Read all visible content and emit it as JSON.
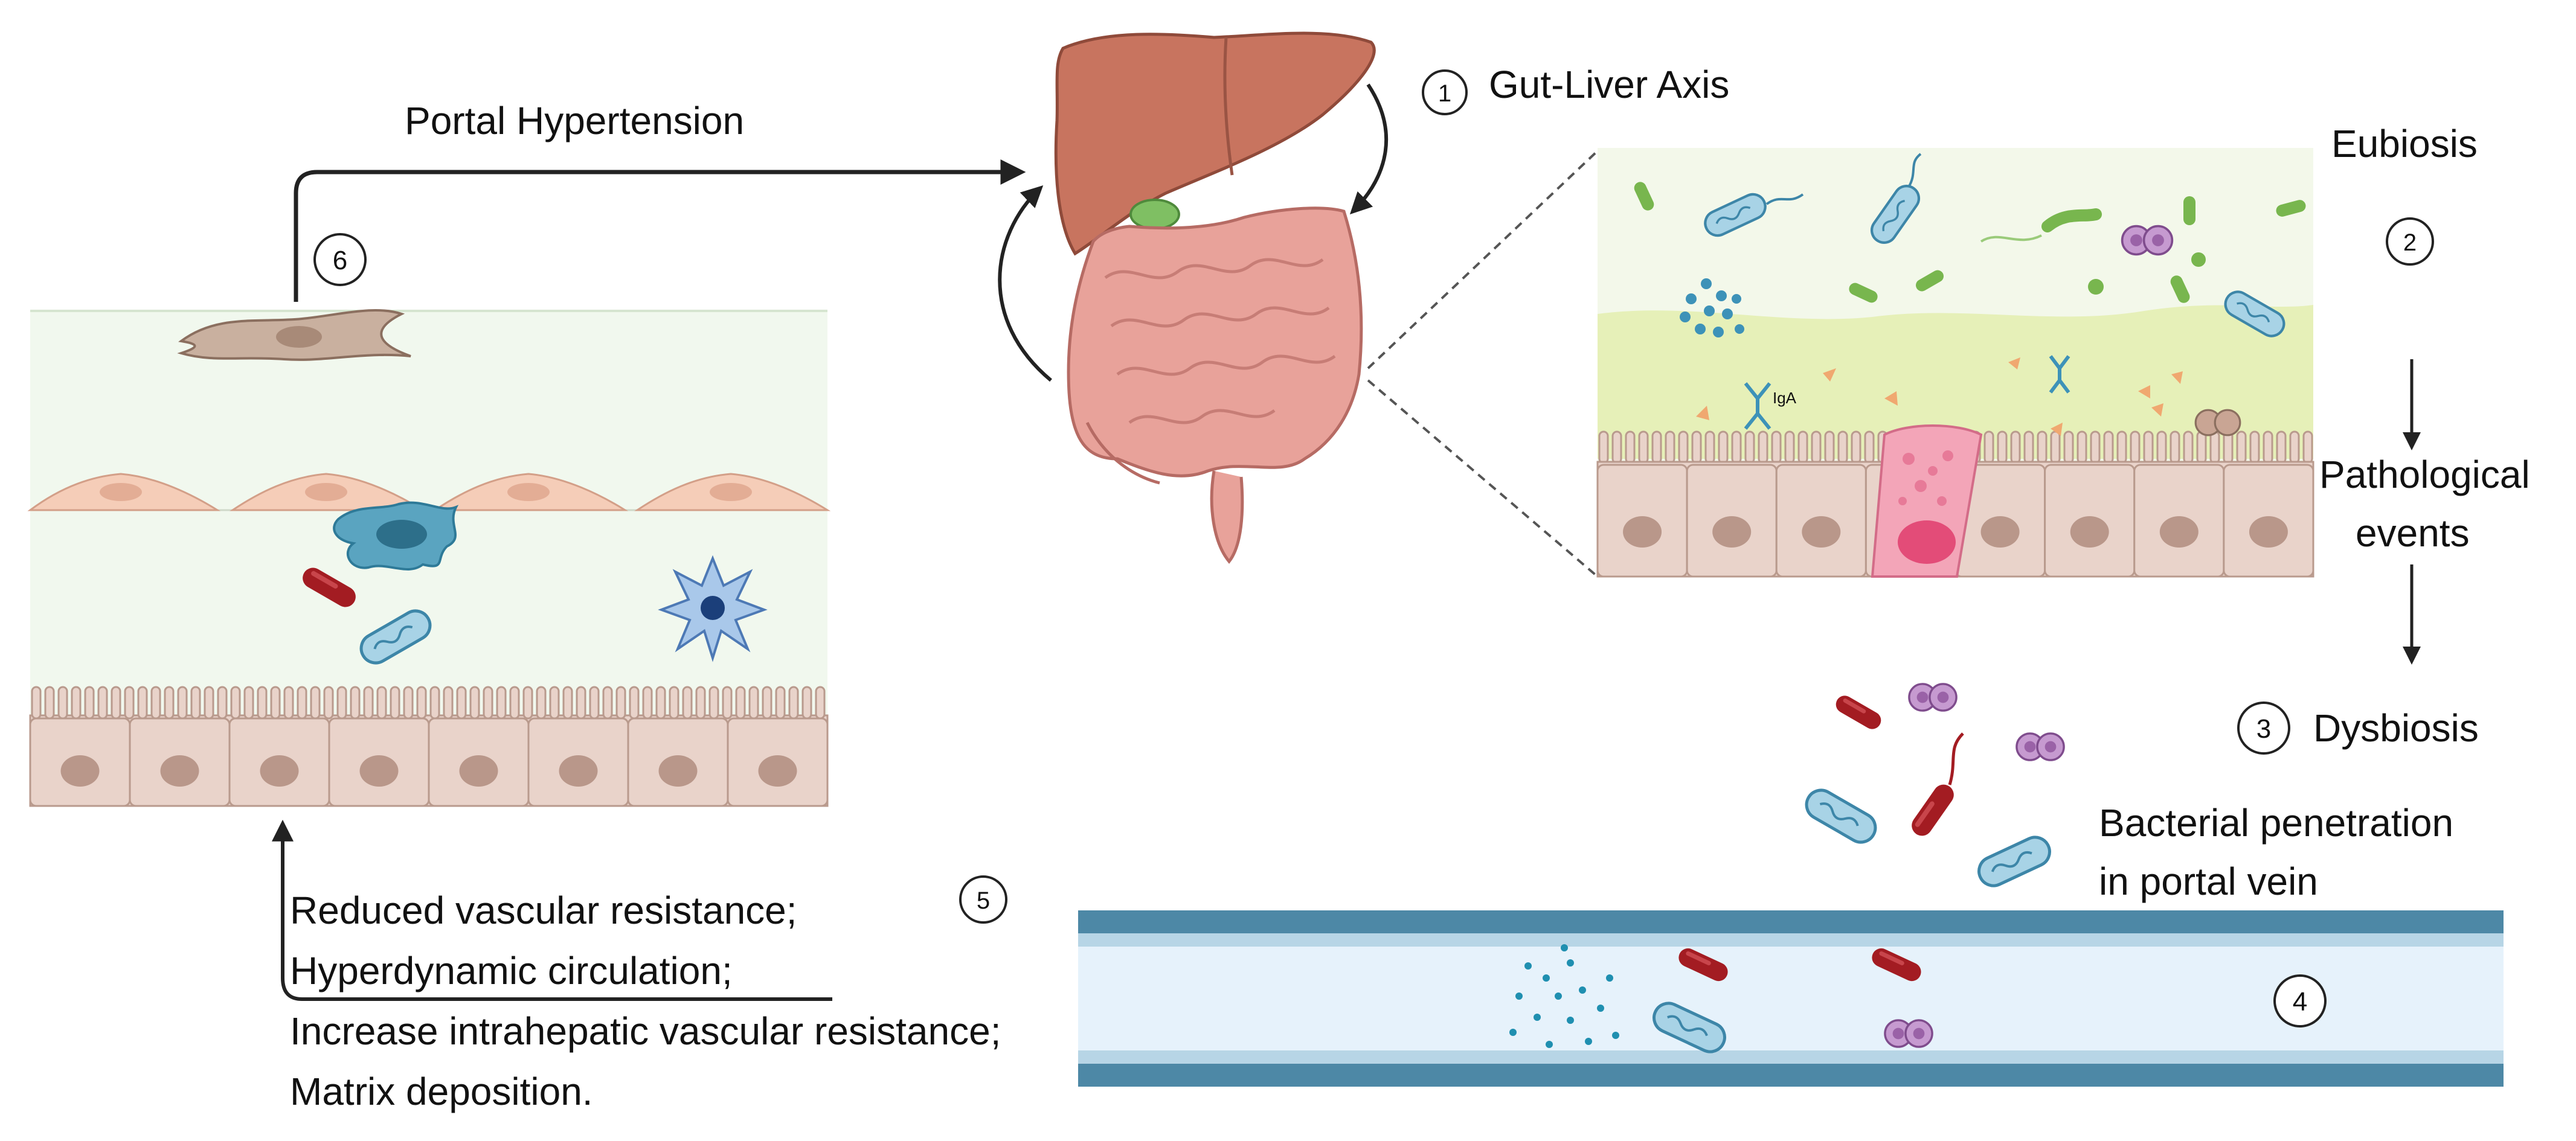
{
  "labels": {
    "gut_liver_axis": "Gut-Liver Axis",
    "portal_hypertension": "Portal Hypertension",
    "eubiosis": "Eubiosis",
    "pathological_line1": "Pathological",
    "pathological_line2": "events",
    "dysbiosis": "Dysbiosis",
    "bacterial_line1": "Bacterial penetration",
    "bacterial_line2": "in portal vein",
    "iga": "IgA"
  },
  "effects": [
    "Reduced vascular resistance;",
    "Hyperdynamic circulation;",
    "Increase intrahepatic vascular resistance;",
    "Matrix deposition."
  ],
  "steps": [
    "1",
    "2",
    "3",
    "4",
    "5",
    "6"
  ],
  "colors": {
    "liver": "#c8745f",
    "intestine": "#e8a29a",
    "vessel_wall": "#4d88a6",
    "vessel_lumen": "#e6f2fb",
    "epithelium": "#e9d3ca",
    "goblet": "#f3a5b8",
    "mucus": "#e6f0b8",
    "bacterium_blue": "#a8d3e6",
    "bacterium_red": "#a31c22",
    "coccus_purple": "#c69ad0"
  }
}
